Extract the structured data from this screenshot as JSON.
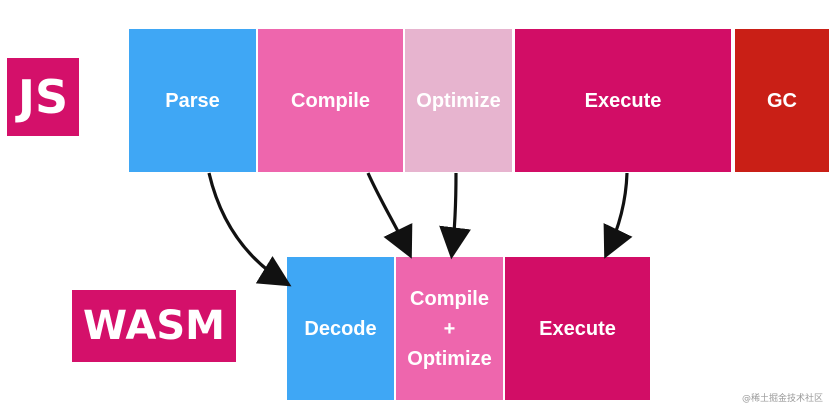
{
  "colors": {
    "js_badge": "#d4106a",
    "wasm_badge": "#d4106a",
    "parse": "#3fa7f5",
    "compile": "#ee66ad",
    "optimize": "#e7b4cf",
    "execute": "#d20d66",
    "gc": "#c91f16",
    "decode": "#3fa7f5",
    "compile_optimize": "#ee66ad",
    "wasm_execute": "#d20d66",
    "arrow": "#111111"
  },
  "js_label": "JS",
  "wasm_label": "WASM",
  "js_pipeline": [
    {
      "id": "parse",
      "label": "Parse"
    },
    {
      "id": "compile",
      "label": "Compile"
    },
    {
      "id": "optimize",
      "label": "Optimize"
    },
    {
      "id": "execute",
      "label": "Execute"
    },
    {
      "id": "gc",
      "label": "GC"
    }
  ],
  "wasm_pipeline": [
    {
      "id": "decode",
      "label": "Decode"
    },
    {
      "id": "compile_optimize",
      "lines": [
        "Compile",
        "+",
        "Optimize"
      ]
    },
    {
      "id": "wasm_execute",
      "label": "Execute"
    }
  ],
  "watermark": "@稀土掘金技术社区"
}
